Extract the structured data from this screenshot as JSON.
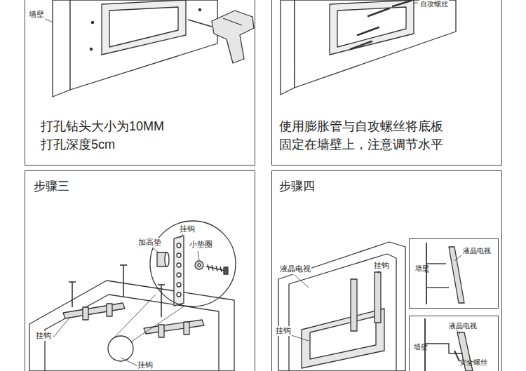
{
  "diagram": {
    "nodes": [
      {
        "text": [
          "打孔钻头大小为10MM 打孔深度5cm"
        ]
      },
      {
        "text": [
          "使用膨胀管与自攻螺丝将底板 固定在墙壁上，注意调节水平"
        ]
      },
      {
        "text": [
          "步骤三"
        ]
      },
      {
        "text": [
          "挂钩",
          "小垫圈"
        ],
        "in": 2
      },
      {
        "text": [
          "步骤四"
        ]
      },
      {
        "text": [
          "液晶电视",
          "墙壁"
        ],
        "in": 4
      },
      {
        "text": [
          "液晶电视",
          "墙壁",
          "安全螺丝"
        ],
        "in": 4
      }
    ],
    "labels": [
      "墙壁",
      "自攻螺丝",
      "挂钩",
      "挂钩",
      "加高垫",
      "液晶电视",
      "挂钩",
      "挂钩"
    ]
  }
}
